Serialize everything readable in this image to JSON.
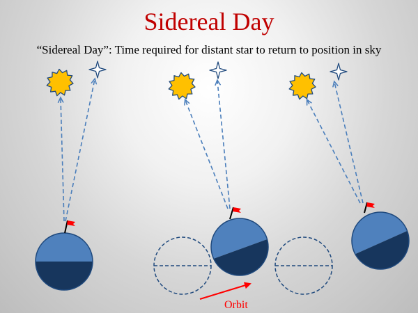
{
  "slide": {
    "title": "Sidereal Day",
    "subtitle": "“Sidereal Day”: Time required for distant star to return to position in sky"
  },
  "diagram": {
    "orbit_label": "Orbit",
    "colors": {
      "title": "#c00000",
      "earth_day": "#4f81bd",
      "earth_night": "#17365d",
      "earth_outline": "#1f497d",
      "sight_line": "#4a7ebb",
      "sun_fill": "#ffc000",
      "sun_outline": "#1f497d",
      "flag": "#ff0000",
      "orbit_arrow": "#ff0000",
      "ghost_outline": "#1f497d"
    },
    "icons": [
      "sun-icon",
      "distant-star-icon",
      "earth-icon",
      "flag-icon",
      "orbit-arrow-icon"
    ]
  }
}
